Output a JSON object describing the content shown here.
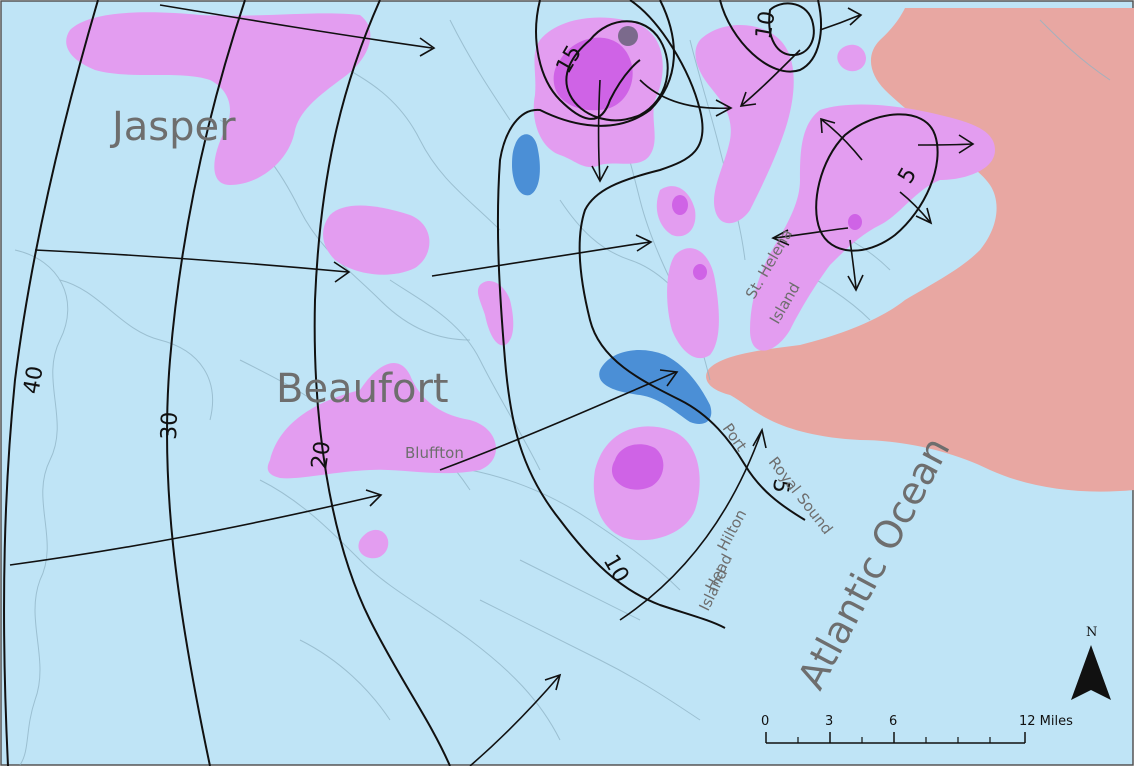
{
  "colors": {
    "water": "#bfe4f6",
    "land_offshore": "#e8a7a2",
    "gain": "#e39df0",
    "gain_dark": "#cf63e6",
    "gain_core": "#7b6a8c",
    "loss": "#4b8fd6",
    "contour": "#111111",
    "labels": "#6e6e6e"
  },
  "labels": {
    "county_jasper": "Jasper",
    "county_beaufort": "Beaufort",
    "ocean": "Atlantic Ocean",
    "town_bluffton": "Bluffton",
    "port": "Port",
    "royal_sound": "Royal Sound",
    "st": "St. Helena",
    "island": "Island",
    "hilton": "Hilton",
    "head": "Head",
    "hh_island": "Island"
  },
  "contours": {
    "c40": "40",
    "c30": "30",
    "c20": "20",
    "c10_south": "10",
    "c15": "15",
    "c10_north": "10",
    "c5_east": "5",
    "c5_south": "5"
  },
  "north_arrow": {
    "label": "N",
    "icon": "north-arrow-icon"
  },
  "scale_bar": {
    "ticks": [
      "0",
      "3",
      "6",
      "12 Miles"
    ]
  }
}
